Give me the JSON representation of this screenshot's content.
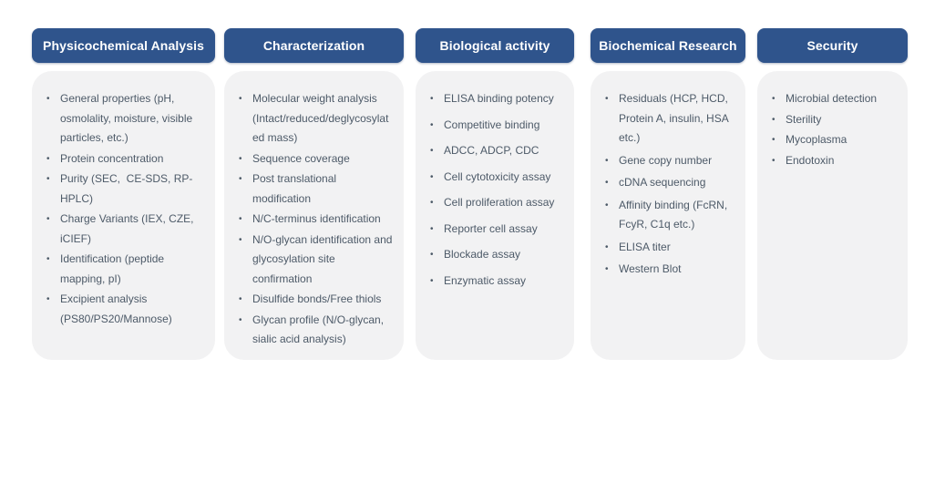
{
  "colors": {
    "header_bg": "#2f548c",
    "header_text": "#ffffff",
    "card_bg": "#f2f2f3",
    "item_text": "#4d5a68"
  },
  "icons": {
    "bullet": "•"
  },
  "columns": [
    {
      "title": "Physicochemical Analysis",
      "items": [
        "General properties (pH, osmolality, moisture, visible particles, etc.)",
        "Protein concentration",
        "Purity (SEC,  CE-SDS, RP-HPLC)",
        "Charge Variants (IEX, CZE, iCIEF)",
        "Identification (peptide mapping, pI)",
        "Excipient analysis (PS80/PS20/Mannose)"
      ]
    },
    {
      "title": "Characterization",
      "items": [
        "Molecular weight analysis (Intact/reduced/deglycosylated mass)",
        "Sequence coverage",
        "Post translational modification",
        "N/C-terminus identification",
        "N/O-glycan identification and glycosylation site confirmation",
        "Disulfide bonds/Free thiols",
        "Glycan profile (N/O-glycan, sialic acid analysis)"
      ]
    },
    {
      "title": "Biological activity",
      "items": [
        "ELISA binding potency",
        "Competitive binding",
        "ADCC, ADCP, CDC",
        "Cell cytotoxicity assay",
        "Cell proliferation assay",
        "Reporter cell assay",
        "Blockade assay",
        "Enzymatic assay"
      ]
    },
    {
      "title": "Biochemical Research",
      "items": [
        "Residuals (HCP, HCD, Protein A, insulin, HSA etc.)",
        "Gene copy number",
        "cDNA sequencing",
        "Affinity binding (FcRN, FcyR, C1q etc.)",
        "ELISA titer",
        "Western Blot"
      ]
    },
    {
      "title": "Security",
      "items": [
        "Microbial detection",
        "Sterility",
        "Mycoplasma",
        "Endotoxin"
      ]
    }
  ]
}
